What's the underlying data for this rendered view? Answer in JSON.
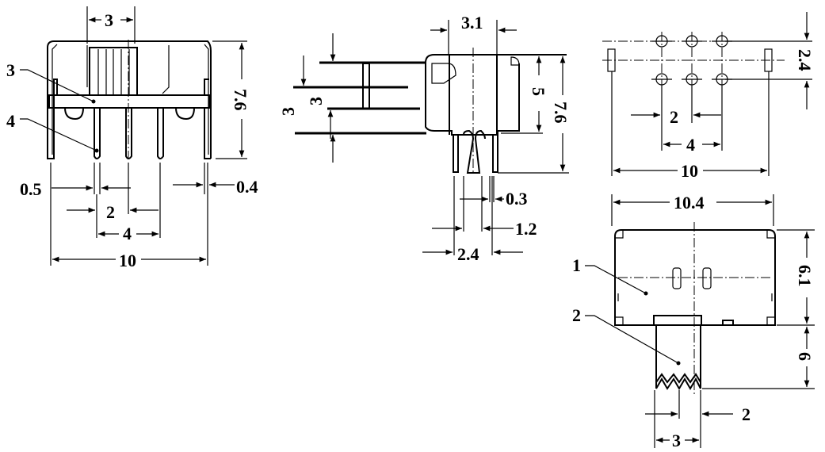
{
  "front_view": {
    "dim_slider_width": "3",
    "callout_3": "3",
    "callout_4": "4",
    "dim_height": "7.6",
    "dim_pin_width": "0.5",
    "dim_pin_thickness": "0.4",
    "dim_pin_pitch": "2",
    "dim_pin_span": "4",
    "dim_total_width": "10"
  },
  "side_view": {
    "dim_body_depth": "3.1",
    "dim_actuator_height": "3",
    "dim_actuator_travel": "3",
    "dim_body_height": "5",
    "dim_total_height": "7.6",
    "dim_pin_thickness": "0.3",
    "dim_pin_gap": "1.2",
    "dim_pin_spacing": "2.4"
  },
  "pcb_layout": {
    "dim_row_spacing": "2.4",
    "dim_pitch": "2",
    "dim_span": "4",
    "dim_mount_span": "10"
  },
  "top_view": {
    "dim_width": "10.4",
    "callout_1": "1",
    "callout_2": "2",
    "dim_body_depth": "6.1",
    "dim_actuator_length": "6",
    "dim_actuator_gap": "2",
    "dim_actuator_width": "3"
  }
}
